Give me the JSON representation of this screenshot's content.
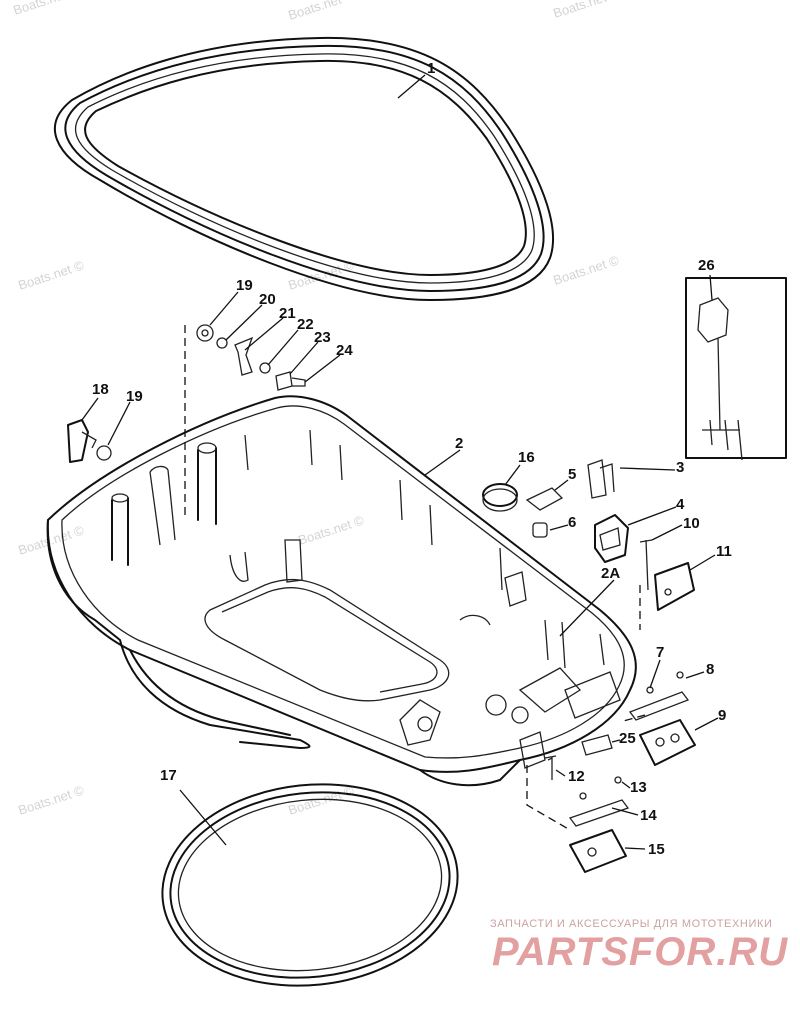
{
  "watermarks": [
    "Boats.net",
    "Boats.net",
    "Boats.net ©",
    "Boats.net ©",
    "Boats.net ©",
    "Boats.net ©",
    "Boats.net ©",
    "Boats.net ©",
    "Boats.net ©",
    "Boats.net ©"
  ],
  "callouts": [
    "1",
    "2",
    "2A",
    "3",
    "4",
    "5",
    "6",
    "7",
    "8",
    "9",
    "10",
    "11",
    "12",
    "13",
    "14",
    "15",
    "16",
    "17",
    "18",
    "19",
    "19",
    "20",
    "21",
    "22",
    "23",
    "24",
    "25",
    "26"
  ],
  "branding": {
    "subtitle": "ЗАПЧАСТИ И АКСЕССУАРЫ ДЛЯ МОТОТЕХНИКИ",
    "logo": "PARTSFOR.RU"
  }
}
